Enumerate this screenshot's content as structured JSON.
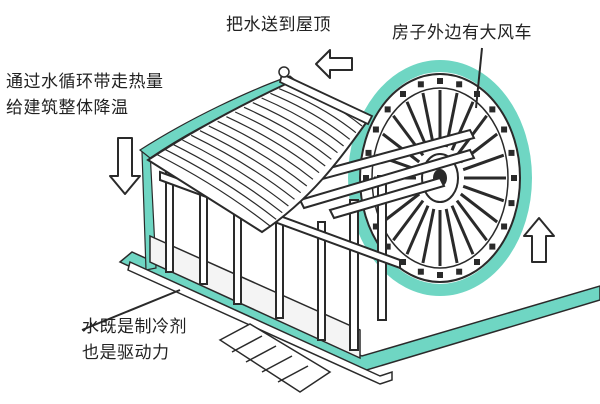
{
  "labels": {
    "roof": "把水送到屋顶",
    "wheel": "房子外边有大风车",
    "circulation_line1": "通过水循环带走热量",
    "circulation_line2": "给建筑整体降温",
    "coolant_line1": "水既是制冷剂",
    "coolant_line2": "也是驱动力"
  },
  "colors": {
    "water": "#6fd6c3",
    "water_dark": "#3fae9c",
    "ink": "#2a2a2a",
    "arrow_fill": "#ffffff"
  },
  "wheel": {
    "spoke_count": 24
  }
}
